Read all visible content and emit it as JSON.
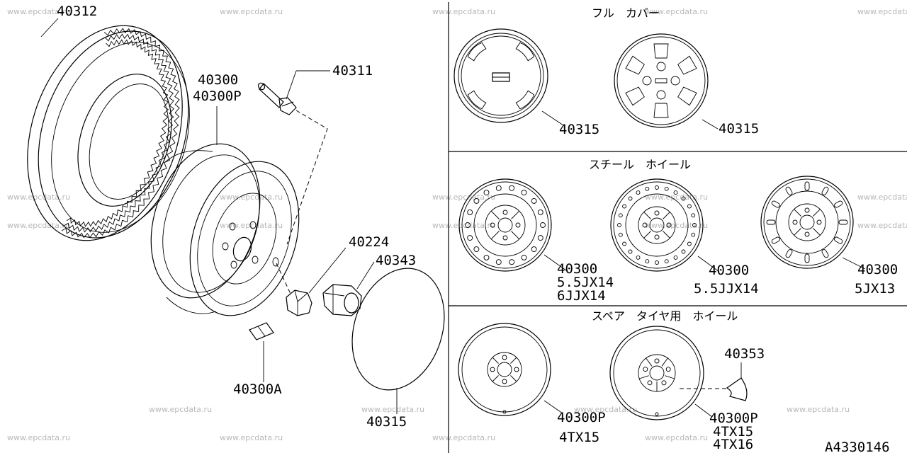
{
  "watermark": "www.epcdata.ru",
  "diagram_code": "A4330146",
  "sections": {
    "full_cover": "フル　カバー",
    "steel_wheel": "スチール　ホイール",
    "spare_wheel": "スペア　タイヤ用　ホイール"
  },
  "callouts": {
    "tire": "40312",
    "wheel_1": "40300",
    "wheel_2": "40300P",
    "valve": "40311",
    "nut": "40224",
    "ornament": "40343",
    "balance_weight": "40300A",
    "disc_cover": "40315"
  },
  "variants": {
    "cover_a": {
      "part": "40315"
    },
    "cover_b": {
      "part": "40315"
    },
    "steel_a": {
      "part": "40300",
      "sizes": [
        "5.5JX14",
        "6JJX14"
      ]
    },
    "steel_b": {
      "part": "40300",
      "sizes": [
        "5.5JJX14"
      ]
    },
    "steel_c": {
      "part": "40300",
      "sizes": [
        "5JX13"
      ]
    },
    "spare_a": {
      "part": "40300P",
      "sizes": [
        "4TX15"
      ]
    },
    "spare_b": {
      "part": "40300P",
      "sizes": [
        "4TX15",
        "4TX16"
      ],
      "part_extra": "40353"
    }
  }
}
